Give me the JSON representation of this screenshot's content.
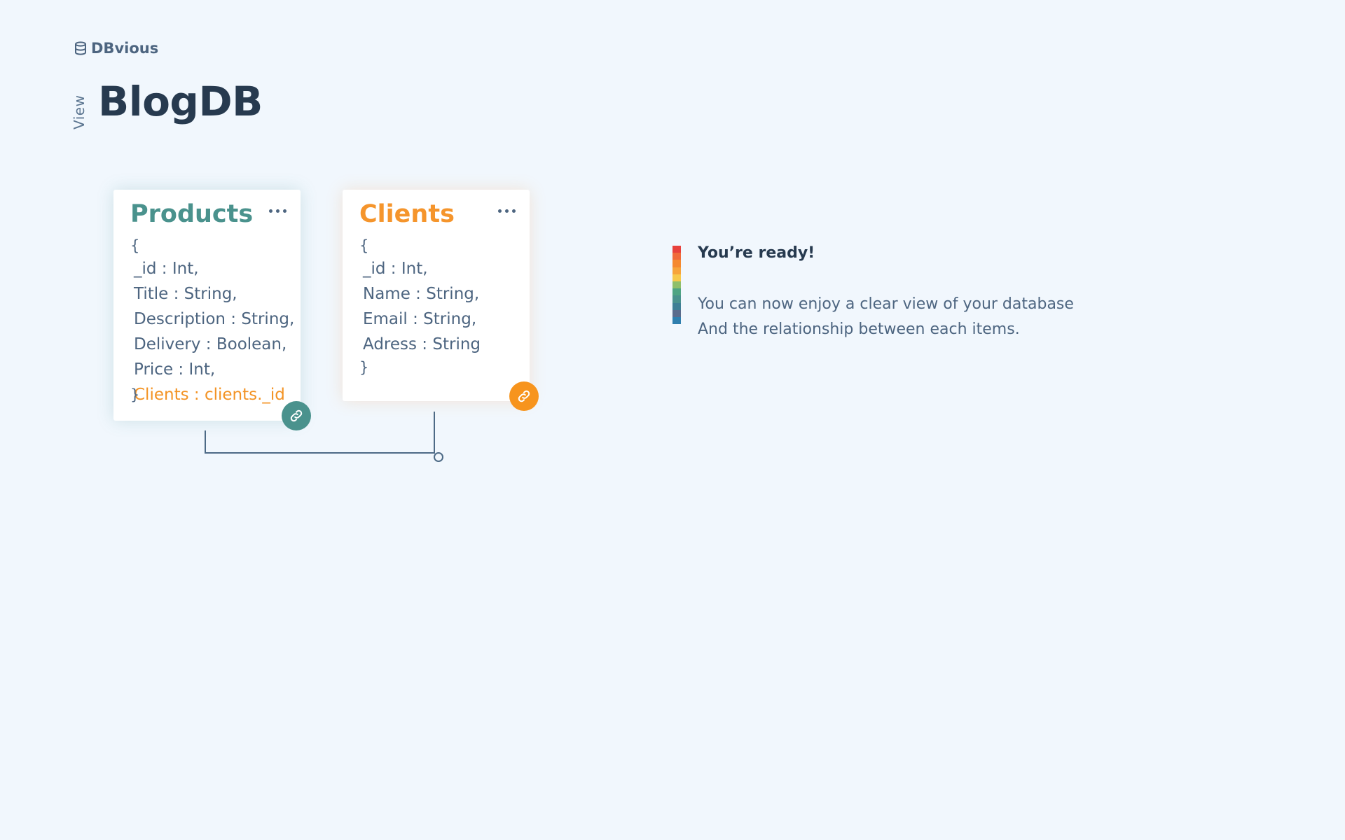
{
  "brand": {
    "name": "DBvious",
    "icon": "database-icon"
  },
  "header": {
    "view_label": "View",
    "title": "BlogDB"
  },
  "tables": [
    {
      "name": "Products",
      "accent": "#4a928d",
      "open_brace": "{",
      "close_brace": "}",
      "fields": [
        "_id : Int,",
        "Title : String,",
        "Description : String,",
        "Delivery : Boolean,",
        "Price : Int,"
      ],
      "foreign_key": "Clients : clients._id",
      "link_icon": "link-icon"
    },
    {
      "name": "Clients",
      "accent": "#f5952c",
      "open_brace": "{",
      "close_brace": "}",
      "fields": [
        "_id : Int,",
        "Name : String,",
        "Email : String,",
        "Adress : String"
      ],
      "link_icon": "link-icon"
    }
  ],
  "notice": {
    "title": "You’re ready!",
    "line1": "You can now enjoy a clear view of your database",
    "line2": "And the relationship between each items.",
    "bar_colors": [
      "#e8413c",
      "#f06a3a",
      "#f5892f",
      "#f7a43a",
      "#f7c94b",
      "#8fbf6a",
      "#4fa483",
      "#4a928d",
      "#3f7f95",
      "#5a6b8c",
      "#2f7fae"
    ]
  }
}
